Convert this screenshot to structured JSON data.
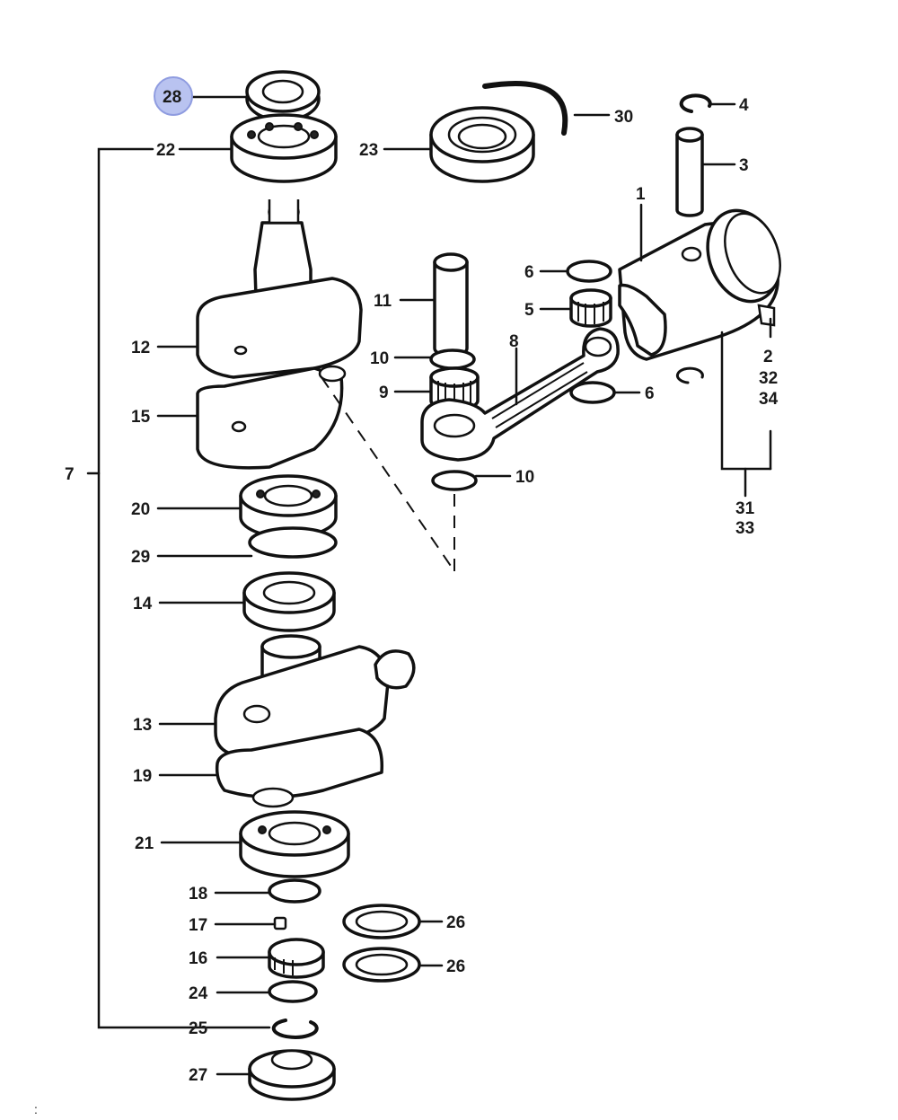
{
  "diagram": {
    "highlight_color": "#b9c3f0",
    "highlighted_callout": "28",
    "callouts": {
      "c1": "1",
      "c2": "2",
      "c3": "3",
      "c4": "4",
      "c5": "5",
      "c6a": "6",
      "c6b": "6",
      "c7": "7",
      "c8": "8",
      "c9": "9",
      "c10a": "10",
      "c10b": "10",
      "c11": "11",
      "c12": "12",
      "c13": "13",
      "c14": "14",
      "c15": "15",
      "c16": "16",
      "c17": "17",
      "c18": "18",
      "c19": "19",
      "c20": "20",
      "c21": "21",
      "c22": "22",
      "c23": "23",
      "c24": "24",
      "c25": "25",
      "c26a": "26",
      "c26b": "26",
      "c27": "27",
      "c28": "28",
      "c29": "29",
      "c30": "30",
      "c31": "31",
      "c32": "32",
      "c33": "33",
      "c34": "34"
    },
    "footnote": ":"
  }
}
